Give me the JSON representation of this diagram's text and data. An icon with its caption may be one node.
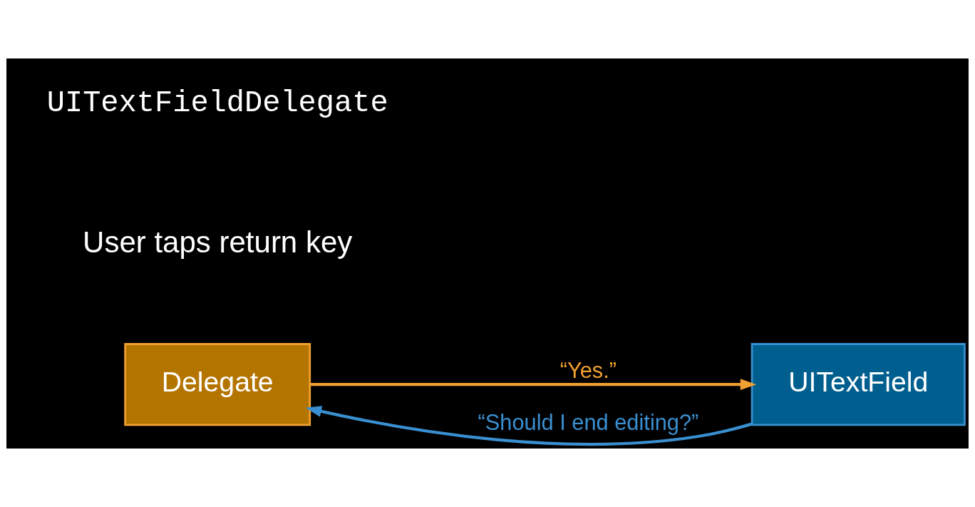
{
  "diagram": {
    "nodes": [
      {
        "text": [
          "Delegate"
        ]
      },
      {
        "text": [
          "UITextField"
        ]
      }
    ],
    "edges": [
      {
        "from": 1,
        "to": 0,
        "arrow": "to",
        "label": "“Should I end editing?”",
        "color": "#3a8fd0"
      },
      {
        "from": 0,
        "to": 1,
        "arrow": "to",
        "label": "“Yes.”",
        "color": "#f0a030"
      }
    ],
    "labels": [
      "User taps return key",
      "UITextFieldDelegate"
    ]
  }
}
